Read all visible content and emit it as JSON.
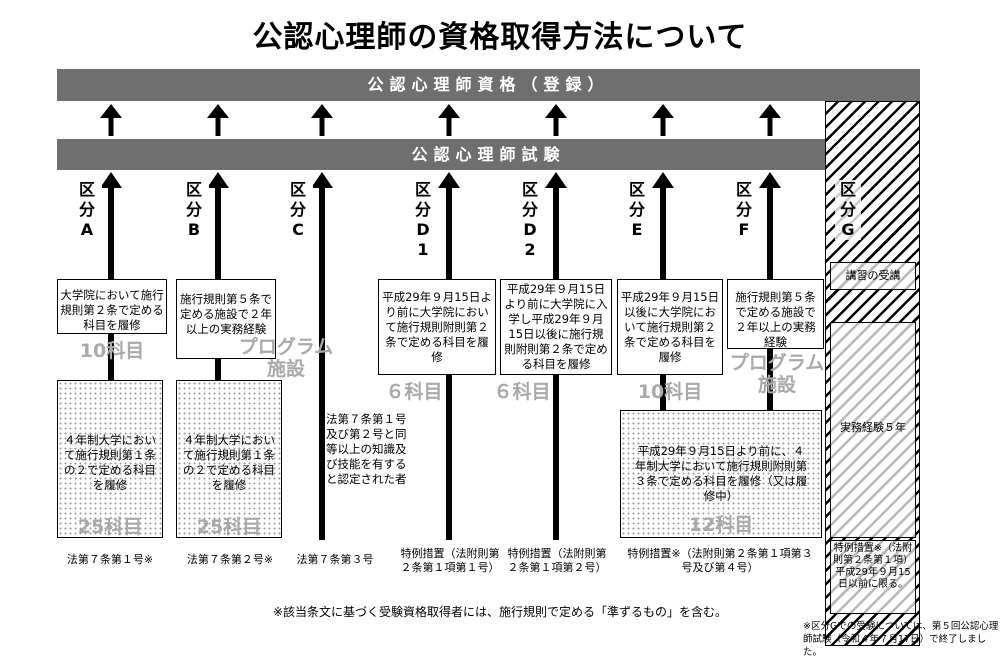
{
  "title": "公認心理師の資格取得方法について",
  "band_top": "公認心理師資格（登録）",
  "band_mid": "公認心理師試験",
  "routes": {
    "A": {
      "label": "区分A",
      "box_upper": "大学院において施行規則第２条で定める科目を履修",
      "count_upper": "10科目",
      "box_lower": "４年制大学において施行規則第１条の２で定める科目を履修",
      "count_lower": "25科目",
      "footer": "法第７条第１号※"
    },
    "B": {
      "label": "区分B",
      "box_upper": "施行規則第５条で定める施設で２年以上の実務経験",
      "count_upper": "プログラム施設",
      "box_lower": "４年制大学において施行規則第１条の２で定める科目を履修",
      "count_lower": "25科目",
      "footer": "法第７条第２号※"
    },
    "C": {
      "label": "区分C",
      "box_text": "法第７条第１号及び第２号と同等以上の知識及び技能を有すると認定された者",
      "footer": "法第７条第３号"
    },
    "D1": {
      "label": "区分D1",
      "box_upper": "平成29年９月15日より前に大学院において施行規則附則第２条で定める科目を履修",
      "count_upper": "６科目",
      "footer": "特例措置（法附則第２条第１項第１号）"
    },
    "D2": {
      "label": "区分D2",
      "box_upper": "平成29年９月15日より前に大学院に入学し平成29年９月15日以後に施行規則附則第２条で定める科目を履修",
      "count_upper": "６科目",
      "footer": "特例措置（法附則第２条第１項第２号）"
    },
    "E": {
      "label": "区分E",
      "box_upper": "平成29年９月15日以後に大学院において施行規則第２条で定める科目を履修",
      "count_upper": "10科目"
    },
    "F": {
      "label": "区分F",
      "box_upper": "施行規則第５条で定める施設で２年以上の実務経験",
      "count_upper": "プログラム施設"
    },
    "EF": {
      "box_lower": "平成29年９月15日より前に、４年制大学において施行規則附則第３条で定める科目を履修（又は履修中）",
      "count_lower": "12科目",
      "footer": "特例措置※（法附則第２条第１項第３号及び第４号）"
    },
    "G": {
      "label": "区分G",
      "box_1": "講習の受講",
      "box_2": "実務経験５年",
      "footer": "特例措置※（法附則第２条第１項）平成29年９月15日以前に限る。"
    }
  },
  "note_main": "※該当条文に基づく受験資格取得者には、施行規則で定める「準ずるもの」を含む。",
  "note_g": "※区分Gでの受験については、第５回公認心理師試験（令和４年７月17日）で終了しました。",
  "colors": {
    "band": "#6f6f6f",
    "count_text": "#a9a9a9",
    "line": "#000000"
  }
}
